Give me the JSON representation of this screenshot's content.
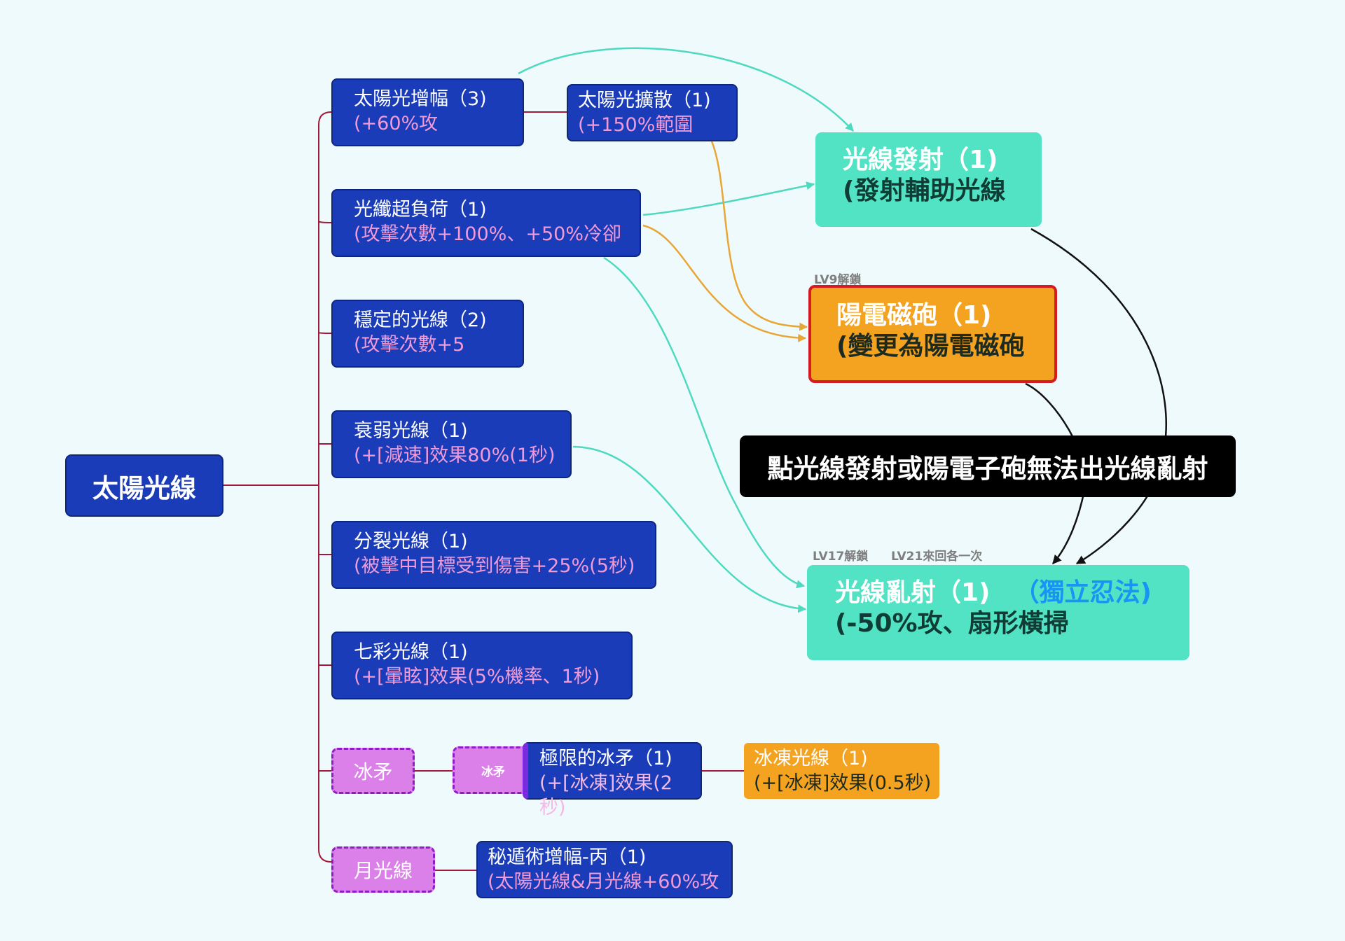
{
  "colors": {
    "background": "#effafc",
    "node_blue": "#1a3cb8",
    "sub_pink": "#f19ad8",
    "teal": "#52e2c4",
    "orange": "#f4a321",
    "red_border": "#d31c24",
    "purple": "#db7fe9",
    "tree_line": "#a2183a",
    "link_teal": "#4fd9be",
    "link_orange": "#e8a636",
    "link_black": "#111111"
  },
  "root": {
    "label": "太陽光線"
  },
  "nodes": {
    "n1": {
      "title": "太陽光增幅（3)",
      "sub": "(+60%攻"
    },
    "n1a": {
      "title": "太陽光擴散（1)",
      "sub": "(+150%範圍"
    },
    "n2": {
      "title": "光纖超負荷（1)",
      "sub": "(攻擊次數+100%、+50%冷卻"
    },
    "n3": {
      "title": "穩定的光線（2)",
      "sub": "(攻擊次數+5"
    },
    "n4": {
      "title": "衰弱光線（1)",
      "sub": "(+[減速]效果80%(1秒)"
    },
    "n5": {
      "title": "分裂光線（1)",
      "sub": "(被擊中目標受到傷害+25%(5秒)"
    },
    "n6": {
      "title": "七彩光線（1)",
      "sub": "(+[暈眩]效果(5%機率、1秒)"
    },
    "p1": {
      "label": "冰矛"
    },
    "p1b": {
      "label": "冰矛"
    },
    "n7": {
      "title": "極限的冰矛（1)",
      "sub": "(+[冰凍]效果(2秒)"
    },
    "n7a": {
      "title": "冰凍光線（1)",
      "sub": "(+[冰凍]效果(0.5秒)"
    },
    "p2": {
      "label": "月光線"
    },
    "n8": {
      "title": "秘遁術增幅-丙（1)",
      "sub": "(太陽光線&月光線+60%攻"
    }
  },
  "targets": {
    "beam": {
      "title": "光線發射（1)",
      "sub": "(發射輔助光線"
    },
    "railgun": {
      "label": "LV9解鎖",
      "title": "陽電磁砲（1)",
      "sub": "(變更為陽電磁砲"
    },
    "scatter": {
      "label1": "LV17解鎖",
      "label2": "LV21來回各一次",
      "title": "光線亂射（1)",
      "title_extra": "（獨立忍法)",
      "sub": "(-50%攻、扇形橫掃"
    }
  },
  "banner": {
    "text": "點光線發射或陽電子砲無法出光線亂射"
  }
}
